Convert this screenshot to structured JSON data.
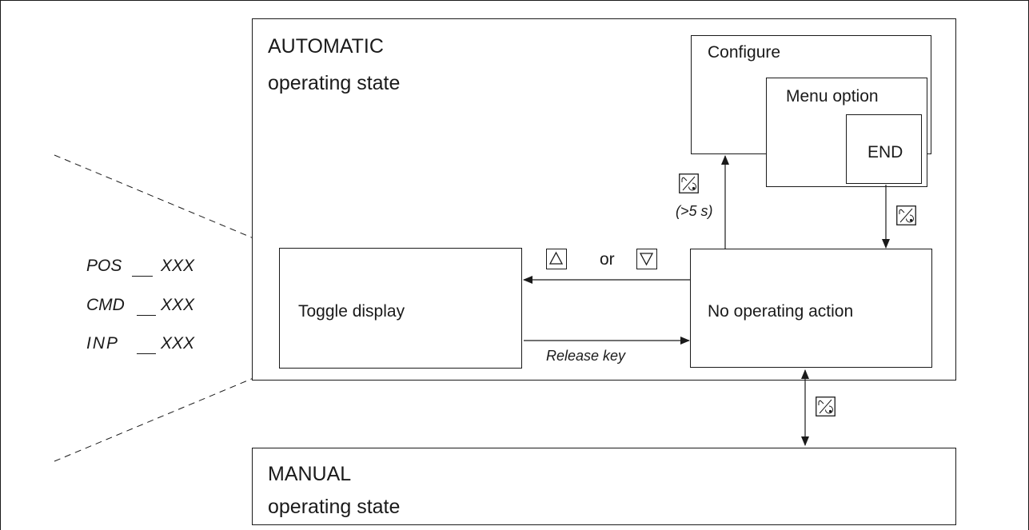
{
  "automatic": {
    "title_line1": "AUTOMATIC",
    "title_line2": "operating state"
  },
  "manual": {
    "title_line1": "MANUAL",
    "title_line2": "operating state"
  },
  "configure": {
    "label": "Configure"
  },
  "menu_option": {
    "label": "Menu option"
  },
  "end": {
    "label": "END"
  },
  "toggle_display": {
    "label": "Toggle display"
  },
  "no_operating_action": {
    "label": "No operating action"
  },
  "arrows": {
    "or_label": "or",
    "release_key": "Release key",
    "hold_time": "(>5 s)"
  },
  "display_values": [
    {
      "name": "POS",
      "value": "XXX"
    },
    {
      "name": "CMD",
      "value": "XXX"
    },
    {
      "name": "INP",
      "value": "XXX"
    }
  ],
  "icons": {
    "key_up": "up-triangle-key-icon",
    "key_down": "down-triangle-key-icon",
    "manual_auto_key": "manual-auto-key-icon"
  },
  "colors": {
    "line": "#1a1a1a",
    "background": "#ffffff"
  }
}
